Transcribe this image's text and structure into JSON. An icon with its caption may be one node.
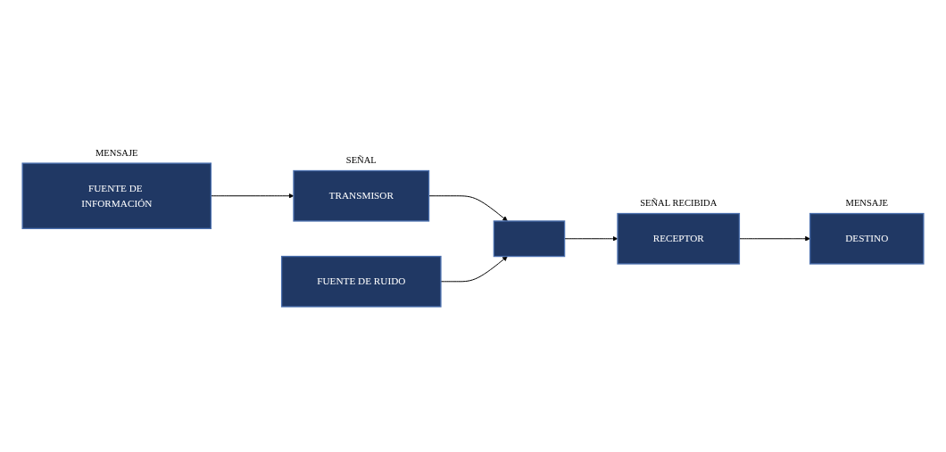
{
  "diagram": {
    "nodes": [
      {
        "text": [
          "FUENTE DE INFORMACIÓN"
        ],
        "beside": [
          "MENSAJE"
        ]
      },
      {
        "text": [
          "TRANSMISOR"
        ],
        "beside": [
          "SEÑAL"
        ]
      },
      {
        "text": [],
        "shape": "box"
      },
      {
        "text": [
          "RECEPTOR"
        ],
        "beside": [
          "SEÑAL RECIBIDA"
        ]
      },
      {
        "text": [
          "DESTINO"
        ],
        "beside": [
          "MENSAJE"
        ]
      },
      {
        "text": [
          "FUENTE DE RUIDO"
        ]
      }
    ],
    "edges": [
      {
        "from": 0,
        "to": 1,
        "arrow": "to"
      },
      {
        "from": 1,
        "to": 2,
        "arrow": "to"
      },
      {
        "from": 2,
        "to": 3,
        "arrow": "to"
      },
      {
        "from": 3,
        "to": 4,
        "arrow": "to"
      },
      {
        "from": 5,
        "to": 2,
        "arrow": "to"
      }
    ]
  }
}
